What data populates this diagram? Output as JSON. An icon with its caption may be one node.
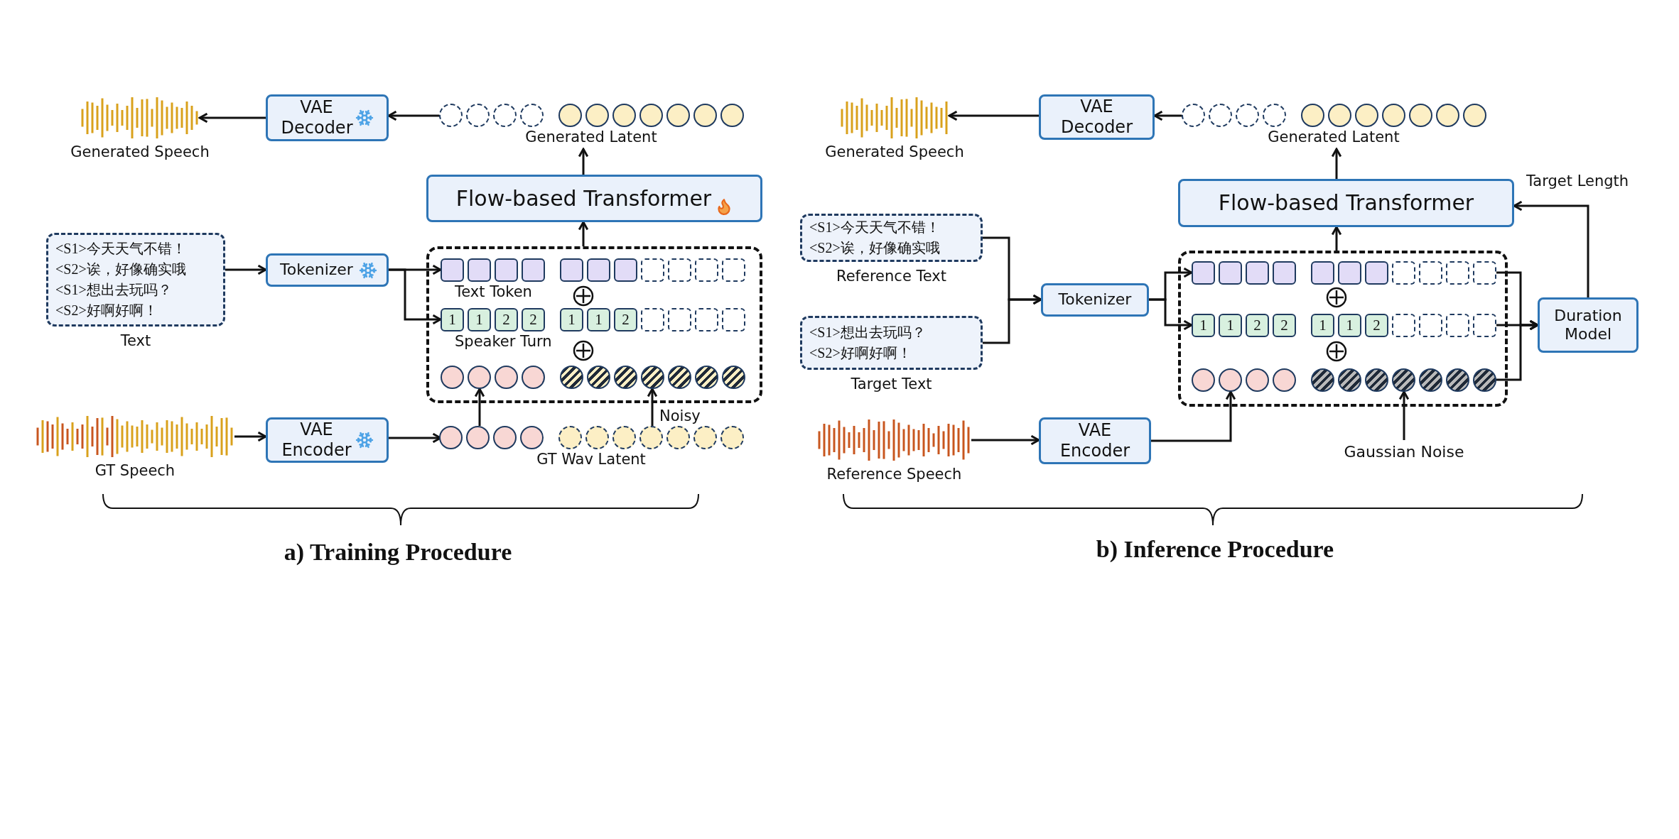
{
  "diagram": {
    "nodes": [
      {
        "text": [],
        "shape": "waveform",
        "beside": [
          "Generated Speech"
        ]
      },
      {
        "text": [
          "VAE Decoder"
        ]
      },
      {
        "text": [],
        "shape": "circles",
        "beside": [
          "Generated Latent"
        ]
      },
      {
        "text": [
          "Flow-based Transformer"
        ]
      },
      {
        "text": [
          "<S1>今天天气不错！",
          "<S2>诶，好像确实哦",
          "<S1>想出去玩吗？",
          "<S2>好啊好啊！"
        ],
        "beside": [
          "Text"
        ]
      },
      {
        "text": [
          "Tokenizer"
        ]
      },
      {
        "text": [],
        "shape": "box"
      },
      {
        "text": [],
        "shape": "squares",
        "in": 6,
        "beside": [
          "Text Token"
        ]
      },
      {
        "text": [
          "1",
          "1",
          "2",
          "2",
          "1",
          "1",
          "2"
        ],
        "in": 6,
        "beside": [
          "Speaker Turn"
        ]
      },
      {
        "text": [],
        "shape": "circles",
        "in": 6
      },
      {
        "text": [],
        "shape": "waveform",
        "beside": [
          "GT Speech"
        ]
      },
      {
        "text": [
          "VAE Encoder"
        ]
      },
      {
        "text": [],
        "shape": "circles",
        "beside": [
          "GT Wav Latent"
        ]
      },
      {
        "text": [],
        "shape": "waveform",
        "beside": [
          "Generated Speech"
        ]
      },
      {
        "text": [
          "VAE Decoder"
        ]
      },
      {
        "text": [],
        "shape": "circles",
        "beside": [
          "Generated Latent"
        ]
      },
      {
        "text": [
          "Flow-based Transformer"
        ]
      },
      {
        "text": [
          "<S1>今天天气不错！",
          "<S2>诶，好像确实哦"
        ],
        "beside": [
          "Reference Text"
        ]
      },
      {
        "text": [
          "<S1>想出去玩吗？",
          "<S2>好啊好啊！"
        ],
        "beside": [
          "Target Text"
        ]
      },
      {
        "text": [
          "Tokenizer"
        ]
      },
      {
        "text": [],
        "shape": "box"
      },
      {
        "text": [],
        "shape": "squares",
        "in": 20
      },
      {
        "text": [
          "1",
          "1",
          "2",
          "2",
          "1",
          "1",
          "2"
        ],
        "in": 20
      },
      {
        "text": [],
        "shape": "circles",
        "in": 20
      },
      {
        "text": [
          "Duration Model"
        ]
      },
      {
        "text": [],
        "shape": "waveform",
        "beside": [
          "Reference Speech"
        ]
      },
      {
        "text": [
          "VAE Encoder"
        ]
      },
      {
        "text": [
          "Gaussian Noise"
        ]
      }
    ],
    "edges": [
      {
        "from": 1,
        "to": 0,
        "arrow": "to"
      },
      {
        "from": 2,
        "to": 1,
        "arrow": "to"
      },
      {
        "from": 3,
        "to": 2,
        "arrow": "to"
      },
      {
        "from": 4,
        "to": 5,
        "arrow": "to"
      },
      {
        "from": 5,
        "to": 7,
        "arrow": "to"
      },
      {
        "from": 5,
        "to": 8,
        "arrow": "to"
      },
      {
        "from": 6,
        "to": 3,
        "arrow": "to"
      },
      {
        "from": 10,
        "to": 11,
        "arrow": "to"
      },
      {
        "from": 11,
        "to": 12,
        "arrow": "to"
      },
      {
        "from": 12,
        "to": 9,
        "arrow": "to"
      },
      {
        "from": 12,
        "to": 9,
        "arrow": "to",
        "label": "Noisy"
      },
      {
        "from": 14,
        "to": 13,
        "arrow": "to"
      },
      {
        "from": 15,
        "to": 14,
        "arrow": "to"
      },
      {
        "from": 16,
        "to": 15,
        "arrow": "to"
      },
      {
        "from": 17,
        "to": 19,
        "arrow": "to"
      },
      {
        "from": 18,
        "to": 19,
        "arrow": "to"
      },
      {
        "from": 19,
        "to": 21,
        "arrow": "to"
      },
      {
        "from": 19,
        "to": 22,
        "arrow": "to"
      },
      {
        "from": 20,
        "to": 16,
        "arrow": "to"
      },
      {
        "from": 21,
        "to": 24,
        "arrow": "to"
      },
      {
        "from": 22,
        "to": 24,
        "arrow": "to"
      },
      {
        "from": 23,
        "to": 24,
        "arrow": "to"
      },
      {
        "from": 24,
        "to": 16,
        "arrow": "to",
        "label": "Target Length"
      },
      {
        "from": 25,
        "to": 26,
        "arrow": "to"
      },
      {
        "from": 26,
        "to": 23,
        "arrow": "to"
      },
      {
        "from": 27,
        "to": 23,
        "arrow": "to"
      }
    ],
    "labels": [
      "a) Training Procedure",
      "b) Inference Procedure"
    ]
  }
}
